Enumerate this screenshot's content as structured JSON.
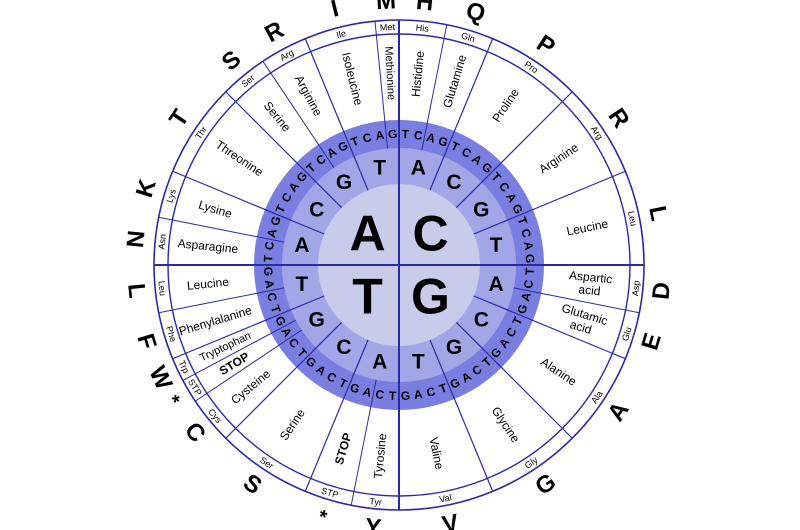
{
  "colors": {
    "center": "#c9cbea",
    "second_ring": "#a3a6e6",
    "third_ring": "#7a7ee0",
    "lines": "#2a2aa8",
    "text": "#000000"
  },
  "wheel": [
    {
      "base": "C",
      "second": [
        {
          "base": "A",
          "third": [
            "T",
            "C",
            "A",
            "G"
          ],
          "aminos": [
            {
              "name": "Histidine",
              "abbr": "His",
              "code": "H",
              "codons": 2
            },
            {
              "name": "Glutamine",
              "abbr": "Gln",
              "code": "Q",
              "codons": 2
            }
          ]
        },
        {
          "base": "C",
          "third": [
            "T",
            "C",
            "A",
            "G"
          ],
          "aminos": [
            {
              "name": "Proline",
              "abbr": "Pro",
              "code": "P",
              "codons": 4
            }
          ]
        },
        {
          "base": "G",
          "third": [
            "T",
            "C",
            "A",
            "G"
          ],
          "aminos": [
            {
              "name": "Arginine",
              "abbr": "Arg",
              "code": "R",
              "codons": 4
            }
          ]
        },
        {
          "base": "T",
          "third": [
            "T",
            "C",
            "A",
            "G"
          ],
          "aminos": [
            {
              "name": "Leucine",
              "abbr": "Leu",
              "code": "L",
              "codons": 4
            }
          ]
        }
      ]
    },
    {
      "base": "G",
      "second": [
        {
          "base": "A",
          "third": [
            "T",
            "C",
            "A",
            "G"
          ],
          "aminos": [
            {
              "name": "Aspartic\nacid",
              "abbr": "Asp",
              "code": "D",
              "codons": 2
            },
            {
              "name": "Glutamic\nacid",
              "abbr": "Glu",
              "code": "E",
              "codons": 2
            }
          ]
        },
        {
          "base": "C",
          "third": [
            "T",
            "C",
            "A",
            "G"
          ],
          "aminos": [
            {
              "name": "Alanine",
              "abbr": "Ala",
              "code": "A",
              "codons": 4
            }
          ]
        },
        {
          "base": "G",
          "third": [
            "T",
            "C",
            "A",
            "G"
          ],
          "aminos": [
            {
              "name": "Glycine",
              "abbr": "Gly",
              "code": "G",
              "codons": 4
            }
          ]
        },
        {
          "base": "T",
          "third": [
            "T",
            "C",
            "A",
            "G"
          ],
          "aminos": [
            {
              "name": "Valine",
              "abbr": "Val",
              "code": "V",
              "codons": 4
            }
          ]
        }
      ]
    },
    {
      "base": "T",
      "second": [
        {
          "base": "A",
          "third": [
            "T",
            "C",
            "A",
            "G"
          ],
          "aminos": [
            {
              "name": "Tyrosine",
              "abbr": "Tyr",
              "code": "Y",
              "codons": 2
            },
            {
              "name": "STOP",
              "abbr": "STP",
              "code": "*",
              "codons": 2,
              "stop": true
            }
          ]
        },
        {
          "base": "C",
          "third": [
            "T",
            "C",
            "A",
            "G"
          ],
          "aminos": [
            {
              "name": "Serine",
              "abbr": "Ser",
              "code": "S",
              "codons": 4
            }
          ]
        },
        {
          "base": "G",
          "third": [
            "T",
            "C",
            "A",
            "G"
          ],
          "aminos": [
            {
              "name": "Cysteine",
              "abbr": "Cys",
              "code": "C",
              "codons": 2
            },
            {
              "name": "STOP",
              "abbr": "STP",
              "code": "*",
              "codons": 1,
              "stop": true
            },
            {
              "name": "Tryptophan",
              "abbr": "Trp",
              "code": "W",
              "codons": 1
            }
          ]
        },
        {
          "base": "T",
          "third": [
            "T",
            "C",
            "A",
            "G"
          ],
          "aminos": [
            {
              "name": "Phenylalanine",
              "abbr": "Phe",
              "code": "F",
              "codons": 2
            },
            {
              "name": "Leucine",
              "abbr": "Leu",
              "code": "L",
              "codons": 2
            }
          ]
        }
      ]
    },
    {
      "base": "A",
      "second": [
        {
          "base": "A",
          "third": [
            "T",
            "C",
            "A",
            "G"
          ],
          "aminos": [
            {
              "name": "Asparagine",
              "abbr": "Asn",
              "code": "N",
              "codons": 2
            },
            {
              "name": "Lysine",
              "abbr": "Lys",
              "code": "K",
              "codons": 2
            }
          ]
        },
        {
          "base": "C",
          "third": [
            "T",
            "C",
            "A",
            "G"
          ],
          "aminos": [
            {
              "name": "Threonine",
              "abbr": "Thr",
              "code": "T",
              "codons": 4
            }
          ]
        },
        {
          "base": "G",
          "third": [
            "T",
            "C",
            "A",
            "G"
          ],
          "aminos": [
            {
              "name": "Serine",
              "abbr": "Ser",
              "code": "S",
              "codons": 2
            },
            {
              "name": "Arginine",
              "abbr": "Arg",
              "code": "R",
              "codons": 2
            }
          ]
        },
        {
          "base": "T",
          "third": [
            "T",
            "C",
            "A",
            "G"
          ],
          "aminos": [
            {
              "name": "Isoleucine",
              "abbr": "Ile",
              "code": "I",
              "codons": 3
            },
            {
              "name": "Methionine",
              "abbr": "Met",
              "code": "M",
              "codons": 1
            }
          ]
        }
      ]
    }
  ]
}
